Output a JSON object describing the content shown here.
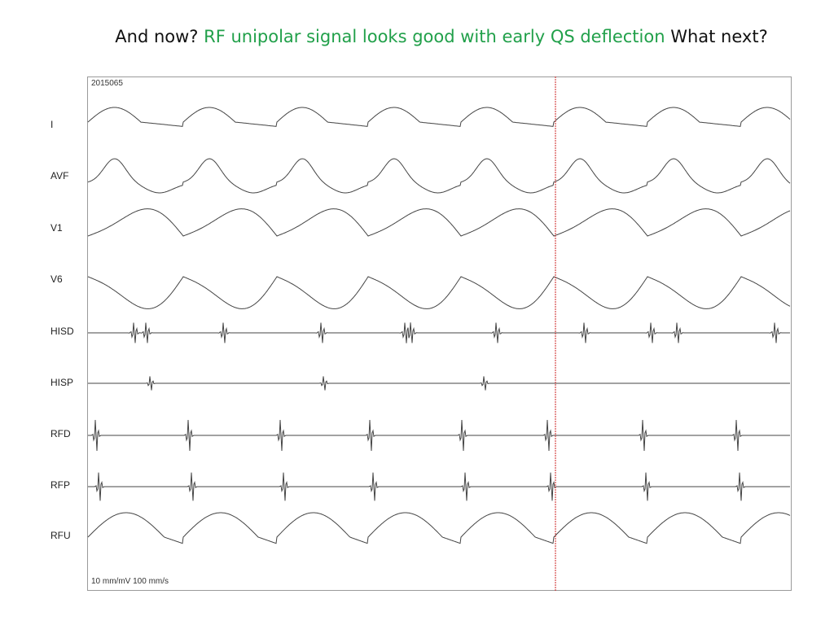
{
  "title": {
    "prefix": "And now? ",
    "highlight": "RF unipolar signal looks good with early QS deflection",
    "suffix": "  What next?",
    "highlight_color": "#21a04a"
  },
  "recording": {
    "id": "2015065",
    "scale": "10 mm/mV   100 mm/s",
    "marker_color": "#cc2222",
    "trace_color": "#444444"
  },
  "channels": [
    {
      "name": "I"
    },
    {
      "name": "AVF"
    },
    {
      "name": "V1"
    },
    {
      "name": "V6"
    },
    {
      "name": "HISD"
    },
    {
      "name": "HISP"
    },
    {
      "name": "RFD"
    },
    {
      "name": "RFP"
    },
    {
      "name": "RFU"
    }
  ]
}
